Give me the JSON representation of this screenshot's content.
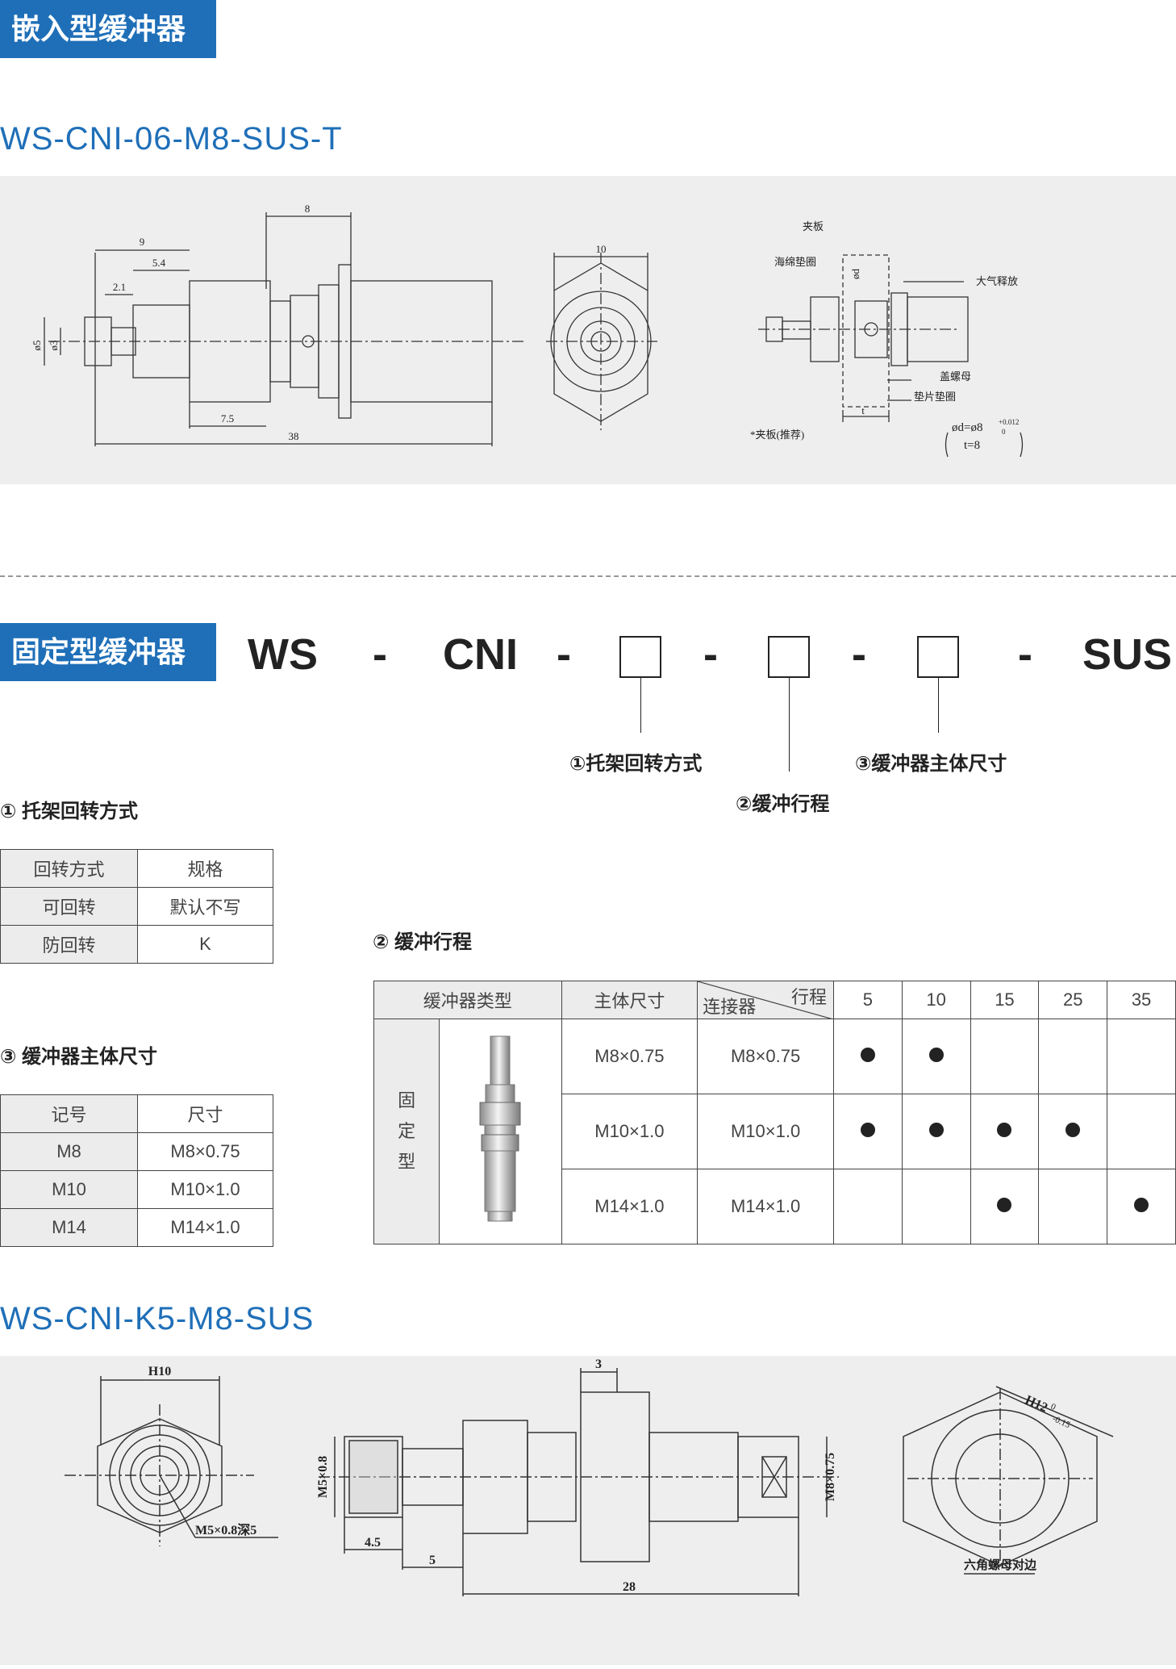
{
  "section1": {
    "badge": "嵌入型缓冲器",
    "model": "WS-CNI-06-M8-SUS-T",
    "drawing": {
      "dims": [
        "8",
        "9",
        "5.4",
        "2.1",
        "ø5",
        "ø3",
        "7.5",
        "38",
        "10"
      ],
      "callouts": [
        "夹板",
        "海绵垫圈",
        "ød",
        "大气释放",
        "盖螺母",
        "垫片垫圈",
        "t",
        "*夹板(推荐)"
      ],
      "formula": [
        "ød=ø8",
        "+0.012",
        "0",
        "t=8"
      ]
    }
  },
  "section2": {
    "badge": "固定型缓冲器",
    "code": [
      "WS",
      "-",
      "CNI",
      "-",
      "-",
      "-",
      "-",
      "SUS"
    ],
    "callouts": [
      "①托架回转方式",
      "②缓冲行程",
      "③缓冲器主体尺寸"
    ]
  },
  "rotation": {
    "title": "① 托架回转方式",
    "headers": [
      "回转方式",
      "规格"
    ],
    "rows": [
      [
        "可回转",
        "默认不写"
      ],
      [
        "防回转",
        "K"
      ]
    ]
  },
  "body_size": {
    "title": "③ 缓冲器主体尺寸",
    "headers": [
      "记号",
      "尺寸"
    ],
    "rows": [
      [
        "M8",
        "M8×0.75"
      ],
      [
        "M10",
        "M10×1.0"
      ],
      [
        "M14",
        "M14×1.0"
      ]
    ]
  },
  "stroke": {
    "title": "② 缓冲行程",
    "header_type": "缓冲器类型",
    "header_size": "主体尺寸",
    "header_stroke": "行程",
    "header_connector": "连接器",
    "strokes": [
      "5",
      "10",
      "15",
      "25",
      "35"
    ],
    "type_label": [
      "固",
      "定",
      "型"
    ],
    "rows": [
      {
        "size": "M8×0.75",
        "connector": "M8×0.75",
        "marks": [
          true,
          true,
          false,
          false,
          false
        ]
      },
      {
        "size": "M10×1.0",
        "connector": "M10×1.0",
        "marks": [
          true,
          true,
          true,
          true,
          false
        ]
      },
      {
        "size": "M14×1.0",
        "connector": "M14×1.0",
        "marks": [
          false,
          false,
          true,
          false,
          true
        ]
      }
    ]
  },
  "section3": {
    "model": "WS-CNI-K5-M8-SUS",
    "drawing": {
      "dims": [
        "H10",
        "M5×0.8深5",
        "3",
        "M5×0.8",
        "4.5",
        "5",
        "28",
        "M8×0.75",
        "H12",
        "0",
        "-0.15",
        "六角螺母对边"
      ]
    }
  },
  "colors": {
    "accent": "#1f6fb8",
    "panel": "#eeeeee",
    "mark": "#222222"
  }
}
